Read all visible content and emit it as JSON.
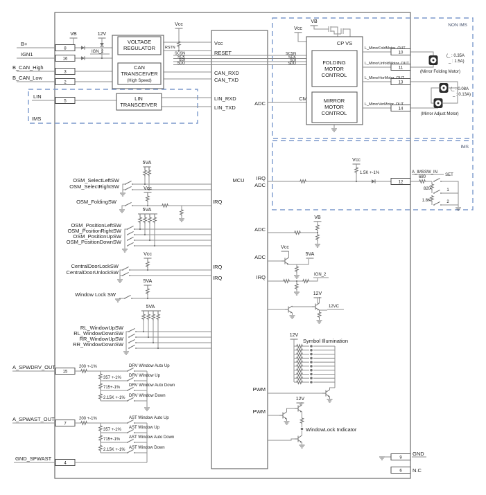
{
  "regions": {
    "non_ims": "NON IMS",
    "ims": "IMS"
  },
  "rails": {
    "vb": "VB",
    "v12": "12V",
    "vcc": "Vcc",
    "v5a": "5VA",
    "ign2": "IGN_2",
    "v12c": "12VC"
  },
  "pins_left": {
    "b_plus": {
      "l": "B+",
      "n": "8"
    },
    "ign1": {
      "l": "IGN1",
      "n": "16"
    },
    "can_h": {
      "l": "B_CAN_High",
      "n": "3"
    },
    "can_l": {
      "l": "B_CAN_Low",
      "n": "2"
    },
    "lin": {
      "l": "LIN",
      "n": "5"
    },
    "ims": {
      "l": "IMS"
    },
    "spwdrv": {
      "l": "A_SPWDRV_OUT",
      "n": "15"
    },
    "spwast": {
      "l": "A_SPWAST_OUT",
      "n": "7"
    },
    "gnd_spwast": {
      "l": "GND_SPWAST",
      "n": "4"
    }
  },
  "pins_right": {
    "fold": {
      "l": "L_MirrorFoldMotor_OUT",
      "n": "10"
    },
    "unfold": {
      "l": "L_MirrorUnfoldMotor_OUT",
      "n": "11"
    },
    "hor": {
      "l": "L_MirrorHorMotor_OUT",
      "n": "13"
    },
    "ver": {
      "l": "L_MirrorVerMotor_OUT",
      "n": "14"
    },
    "imssw": {
      "l": "A_IMSSW_IN",
      "n": "12"
    },
    "gnd": {
      "l": "GND",
      "n": "9"
    },
    "nc": {
      "l": "N.C",
      "n": "6"
    }
  },
  "blocks": {
    "vreg1": "VOLTAGE",
    "vreg2": "REGULATOR",
    "can1": "CAN",
    "can2": "TRANSCEIVER",
    "can3": "(High Speed)",
    "lin1": "LIN",
    "lin2": "TRANSCEIVER",
    "fold1": "FOLDING",
    "fold2": "MOTOR",
    "fold3": "CONTROL",
    "mir1": "MIRROR",
    "mir2": "MOTOR",
    "mir3": "CONTROL",
    "mcu": "MCU",
    "cpvs": "CP  VS"
  },
  "mcu_pins": {
    "vcc": "Vcc",
    "reset": "RESET",
    "can_rxd": "CAN_RXD",
    "can_txd": "CAN_TXD",
    "lin_rxd": "LIN_RXD",
    "lin_txd": "LIN_TXD",
    "adc": "ADC",
    "irq": "IRQ",
    "pwm": "PWM"
  },
  "nets": {
    "rstn": "RSTN",
    "scsn": "SCSN",
    "sck": "SCK",
    "sdi": "SDI",
    "sdo": "SDO",
    "cm": "CM"
  },
  "switches": {
    "osm_select_left": "OSM_SelectLeftSW",
    "osm_select_right": "OSM_SelectRightSW",
    "osm_folding": "OSM_FoldingSW",
    "osm_pos_left": "OSM_PositionLeftSW",
    "osm_pos_right": "OSM_PositionRightSW",
    "osm_pos_up": "OSM_PositionUpSW",
    "osm_pos_down": "OSM_PositionDownSW",
    "door_lock": "CentralDoorLockSW",
    "door_unlock": "CentralDoorUnlockSW",
    "window_lock": "Window Lock SW",
    "rl_up": "RL_WindowUpSW",
    "rl_down": "RL_WindowDownSW",
    "rr_up": "RR_WindowUpSW",
    "rr_down": "RR_WindowDownSW"
  },
  "ims_circuit": {
    "pullup": "1.5K +-1%",
    "r680": "680",
    "r820": "820",
    "r1k8": "1.8K",
    "set": "SET",
    "s1": "1",
    "s2": "2"
  },
  "ladder": {
    "r200": "200 +-1%",
    "r357": "357 +-1%",
    "r715": "715+-1%",
    "r2150": "2.15K +-1%",
    "drv_auto_up": "DRV Window Auto Up",
    "drv_up": "DRV Window Up",
    "drv_auto_down": "DRV Window Auto Down",
    "drv_down": "DRV Window Down",
    "ast_auto_up": "AST Window Auto Up",
    "ast_up": "AST Window Up",
    "ast_auto_down": "AST Window Auto Down",
    "ast_down": "AST Window Down"
  },
  "motors": {
    "fold_i1": "(_ : 0.35A",
    "fold_i2": "_ : 1.5A)",
    "fold_name": "(Mirror Folding Motor)",
    "adj_i1": "(_ : 0.08A",
    "adj_i2": "_ : 0.13A)",
    "adj_name": "(Mirror Adjust Motor)"
  },
  "indicators": {
    "illum": "Symbol Illumination",
    "wlock": "WindowLock Indicator"
  }
}
